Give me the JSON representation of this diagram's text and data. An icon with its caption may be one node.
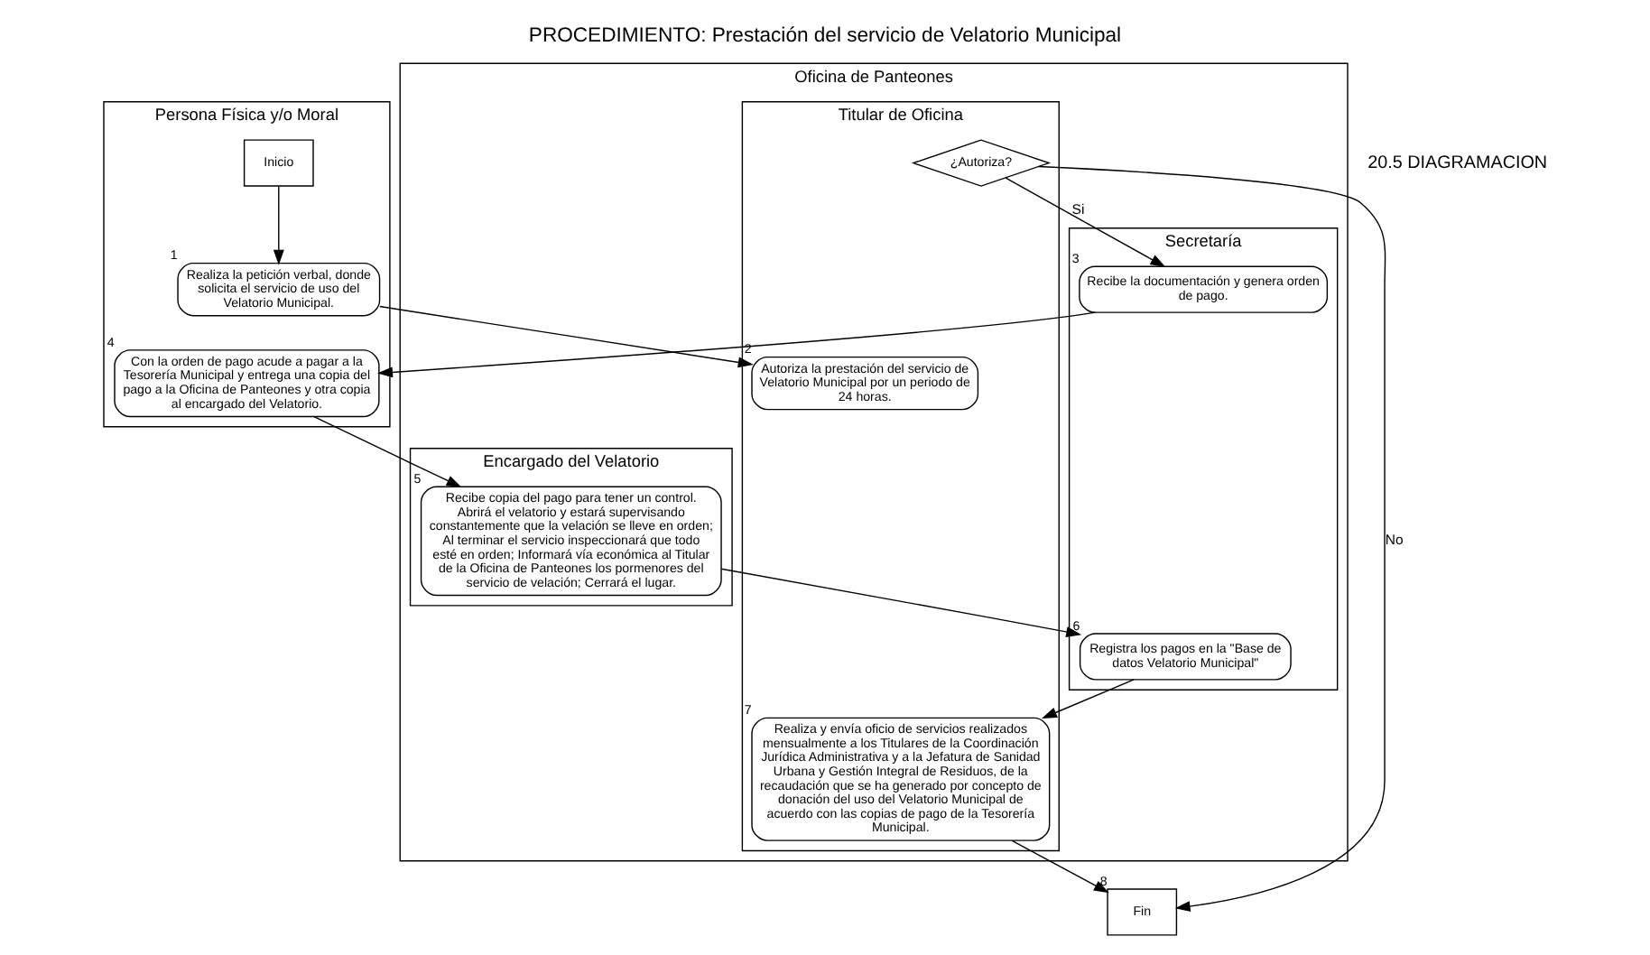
{
  "diagram": {
    "title": "PROCEDIMIENTO: Prestación del servicio de Velatorio Municipal",
    "nodes": [
      {
        "text": [
          "Persona Física y/o Moral"
        ]
      },
      {
        "text": [
          "Oficina de Panteones"
        ]
      },
      {
        "text": [
          "Secretaría"
        ],
        "in": 1
      },
      {
        "text": [
          "Titular de Oficina"
        ],
        "in": 1
      },
      {
        "text": [
          "Encargado del Velatorio"
        ],
        "in": 1
      },
      {
        "text": [
          "Inicio"
        ],
        "in": 0
      },
      {
        "text": [
          "Realiza la petición verbal, donde solicita el servicio de uso del Velatorio Municipal."
        ],
        "in": 0,
        "beside": [
          "1"
        ]
      },
      {
        "text": [
          "Autoriza la prestación del servicio de Velatorio Municipal por un periodo de 24 horas."
        ],
        "in": 3,
        "beside": [
          "2"
        ]
      },
      {
        "text": [
          "¿Autoriza?"
        ],
        "in": 3
      },
      {
        "text": [
          "Recibe la documentación y genera orden de pago."
        ],
        "in": 2,
        "beside": [
          "3"
        ]
      },
      {
        "text": [
          "Con la orden de pago acude a pagar a la Tesorería Municipal y entrega una copia del pago a la Oficina de Panteones y otra copia al encargado del Velatorio."
        ],
        "in": 0,
        "beside": [
          "4"
        ]
      },
      {
        "text": [
          "Recibe copia del pago para tener un control. Abrirá el velatorio y estará supervisando constantemente que la velación se lleve en orden; Al terminar el servicio inspeccionará que todo esté en orden; Informará vía económica al Titular de la Oficina de Panteones los pormenores del servicio de velación; Cerrará el lugar."
        ],
        "in": 4,
        "beside": [
          "5"
        ]
      },
      {
        "text": [
          "Registra los pagos en la \"Base de datos Velatorio Municipal\""
        ],
        "in": 2,
        "beside": [
          "6"
        ]
      },
      {
        "text": [
          "Realiza y envía oficio de servicios realizados mensualmente a los Titulares de la Coordinación Jurídica Administrativa y a la Jefatura de Sanidad Urbana y Gestión Integral de Residuos, de la recaudación que se ha generado por concepto de donación del uso del Velatorio Municipal de acuerdo con las copias de pago de la Tesorería Municipal."
        ],
        "in": 3,
        "beside": [
          "7"
        ]
      },
      {
        "text": [
          "Fin"
        ],
        "beside": [
          "8"
        ]
      }
    ],
    "edges": [
      {
        "from": 5,
        "to": 6,
        "arrow": "to"
      },
      {
        "from": 6,
        "to": 7,
        "arrow": "to"
      },
      {
        "from": 8,
        "to": 9,
        "arrow": "to",
        "label": "Si"
      },
      {
        "from": 8,
        "to": 14,
        "arrow": "to",
        "label": "No"
      },
      {
        "from": 9,
        "to": 10,
        "arrow": "to"
      },
      {
        "from": 10,
        "to": 11,
        "arrow": "to"
      },
      {
        "from": 11,
        "to": 12,
        "arrow": "to"
      },
      {
        "from": 12,
        "to": 13,
        "arrow": "to"
      },
      {
        "from": 13,
        "to": 14,
        "arrow": "to"
      }
    ],
    "labels": [
      "20.5 DIAGRAMACION"
    ]
  }
}
